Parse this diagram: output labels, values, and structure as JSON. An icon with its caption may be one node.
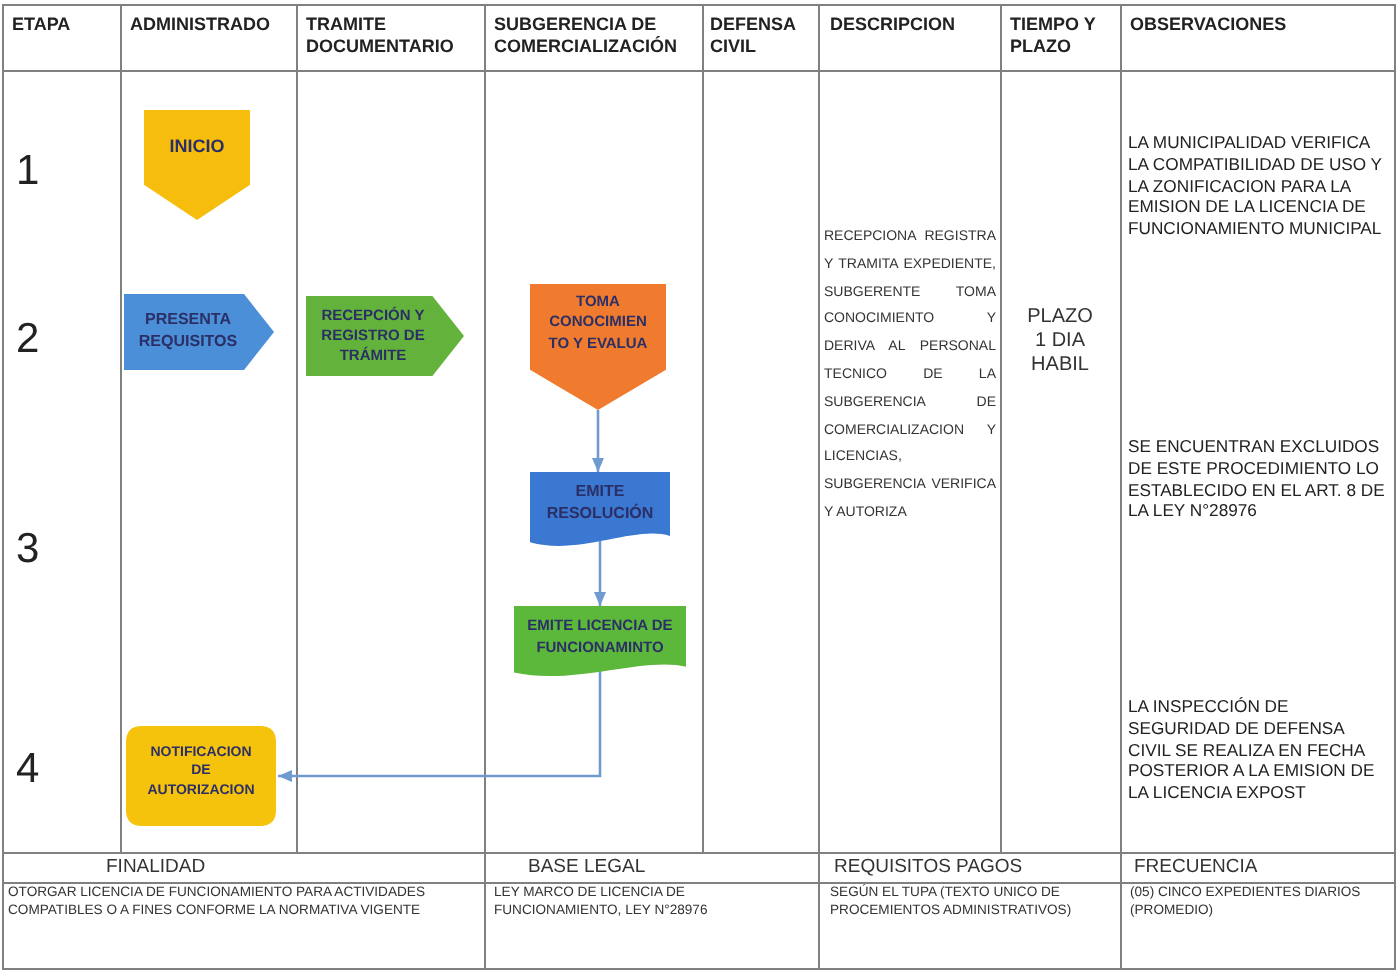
{
  "diagram": {
    "nodes": [
      {
        "text": [
          "INICIO"
        ]
      },
      {
        "text": [
          "PRESENTA REQUISITOS"
        ]
      },
      {
        "text": [
          "RECEPCIÓN Y REGISTRO DE TRÁMITE"
        ]
      },
      {
        "text": [
          "TOMA CONOCIMIEN TO Y EVALUA"
        ]
      },
      {
        "text": [
          "EMITE RESOLUCIÓN"
        ]
      },
      {
        "text": [
          "EMITE LICENCIA DE FUNCIONAMINTO"
        ]
      },
      {
        "text": [
          "NOTIFICACION DE AUTORIZACION"
        ]
      }
    ],
    "edges": [
      {
        "from": 3,
        "to": 4,
        "arrow": "to"
      },
      {
        "from": 4,
        "to": 5,
        "arrow": "to"
      },
      {
        "from": 5,
        "to": 6,
        "arrow": "to"
      }
    ],
    "labels": [
      "ETAPA",
      "ADMINISTRADO",
      "TRAMITE DOCUMENTARIO",
      "SUBGERENCIA DE COMERCIALIZACIÓN",
      "DEFENSA CIVIL",
      "DESCRIPCION",
      "TIEMPO Y PLAZO",
      "OBSERVACIONES",
      "1",
      "LA MUNICIPALIDAD VERIFICA LA COMPATIBILIDAD DE USO Y LA ZONIFICACION PARA LA EMISION DE LA LICENCIA DE FUNCIONAMIENTO MUNICIPAL",
      "2",
      "RECEPCIONA REGISTRA Y TRAMITA EXPEDIENTE, SUBGERENTE TOMA CONOCIMIENTO Y DERIVA AL PERSONAL TECNICO DE LA SUBGERENCIA DE COMERCIALIZACION Y LICENCIAS, SUBGERENCIA VERIFICA Y AUTORIZA",
      "PLAZO 1 DIA HABIL",
      "SE ENCUENTRAN EXCLUIDOS DE ESTE PROCEDIMIENTO LO ESTABLECIDO EN EL ART. 8 DE LA LEY N°28976",
      "3",
      "4",
      "LA INSPECCIÓN DE SEGURIDAD DE DEFENSA CIVIL SE REALIZA EN FECHA POSTERIOR A LA EMISION DE LA LICENCIA EXPOST",
      "FINALIDAD",
      "BASE LEGAL",
      "REQUISITOS PAGOS",
      "FRECUENCIA",
      "OTORGAR LICENCIA DE FUNCIONAMIENTO PARA ACTIVIDADES COMPATIBLES O A FINES CONFORME LA NORMATIVA VIGENTE",
      "LEY MARCO DE LICENCIA DE FUNCIONAMIENTO, LEY N°28976",
      "SEGÚN EL TUPA (TEXTO UNICO DE PROCEMIENTOS ADMINISTRATIVOS)",
      "(05) CINCO EXPEDIENTES DIARIOS (PROMEDIO)"
    ]
  }
}
